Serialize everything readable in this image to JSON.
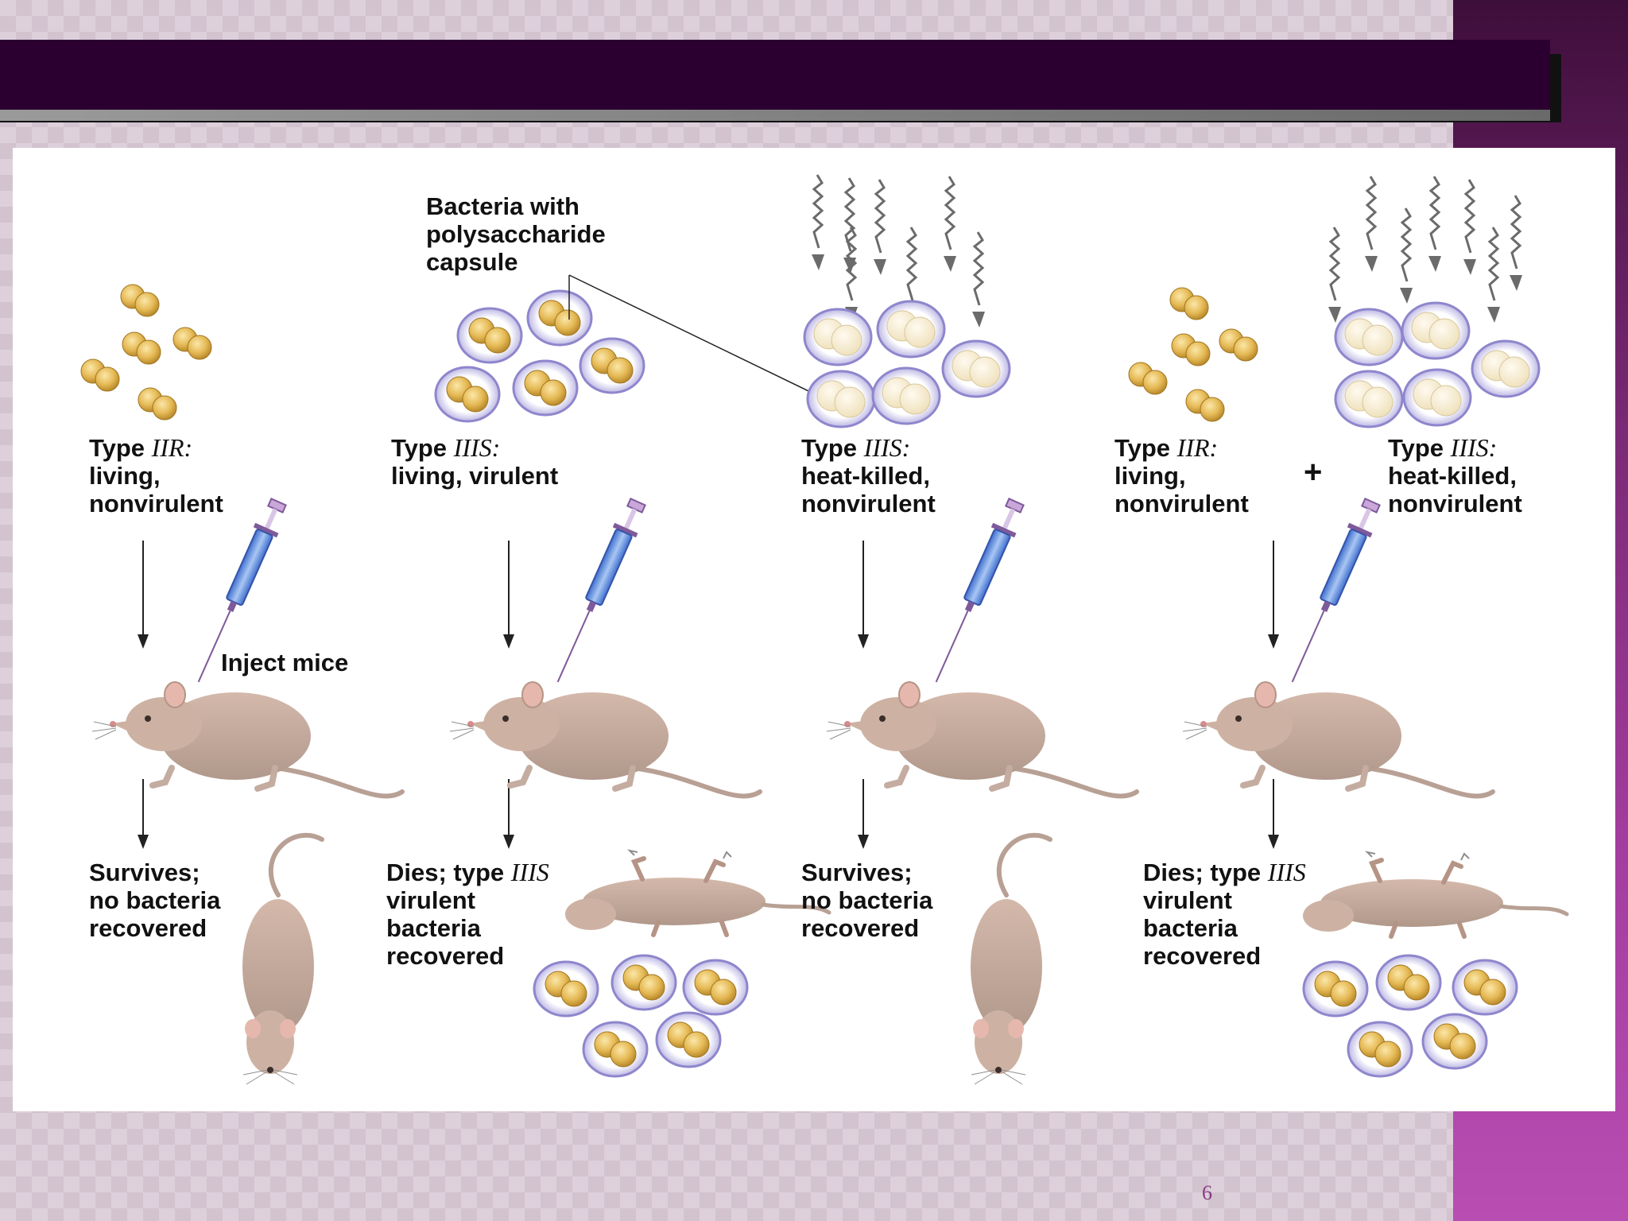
{
  "slide": {
    "page_number": "6"
  },
  "colors": {
    "title_bar": "#2b0030",
    "side_bar": "#a43da0",
    "background": "#ddd0db",
    "capsule": "#b4aee4",
    "cell": "#e0b450"
  },
  "figure": {
    "callouts": {
      "capsule_1": "Bacteria with",
      "capsule_2": "polysaccharide",
      "capsule_3": "capsule",
      "inject": "Inject mice"
    },
    "panels": [
      {
        "type_prefix": "Type ",
        "type_code": "IIR:",
        "line2": "living,",
        "line3": "nonvirulent",
        "outcome": [
          "Survives;",
          "no bacteria",
          "recovered"
        ]
      },
      {
        "type_prefix": "Type ",
        "type_code": "IIIS:",
        "line2": "living, virulent",
        "line3": "",
        "outcome_prefix": "Dies; type ",
        "outcome_code": "IIIS",
        "outcome": [
          "virulent",
          "bacteria",
          "recovered"
        ]
      },
      {
        "type_prefix": "Type ",
        "type_code": "IIIS:",
        "line2": "heat-killed,",
        "line3": "nonvirulent",
        "outcome": [
          "Survives;",
          "no bacteria",
          "recovered"
        ]
      },
      {
        "type_prefix": "Type ",
        "type_code": "IIR:",
        "line2": "living,",
        "line3": "nonvirulent",
        "plus": "+",
        "type2_prefix": "Type ",
        "type2_code": "IIIS:",
        "type2_line2": "heat-killed,",
        "type2_line3": "nonvirulent",
        "outcome_prefix": "Dies; type ",
        "outcome_code": "IIIS",
        "outcome": [
          "virulent",
          "bacteria",
          "recovered"
        ]
      }
    ]
  }
}
